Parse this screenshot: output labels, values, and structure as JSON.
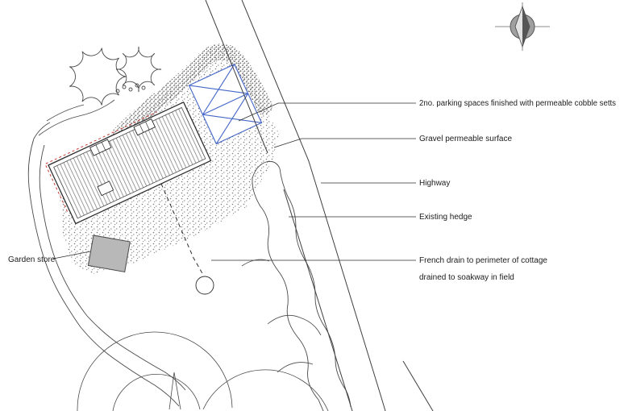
{
  "annotations": {
    "parking": "2no. parking spaces finished with permeable cobble setts",
    "gravel": "Gravel permeable surface",
    "highway": "Highway",
    "hedge": "Existing hedge",
    "french_drain_line1": "French drain to perimeter of cottage",
    "french_drain_line2": "drained to soakway in field",
    "garden_store": "Garden store"
  },
  "colors": {
    "linework": "#3f3f3f",
    "parking_blue": "#4466c8",
    "red_setting_out": "#cc3b33",
    "gravel_dots": "#7a7a7a",
    "store_fill": "#b8b8b8",
    "compass_fill": "#a0a0a0"
  }
}
